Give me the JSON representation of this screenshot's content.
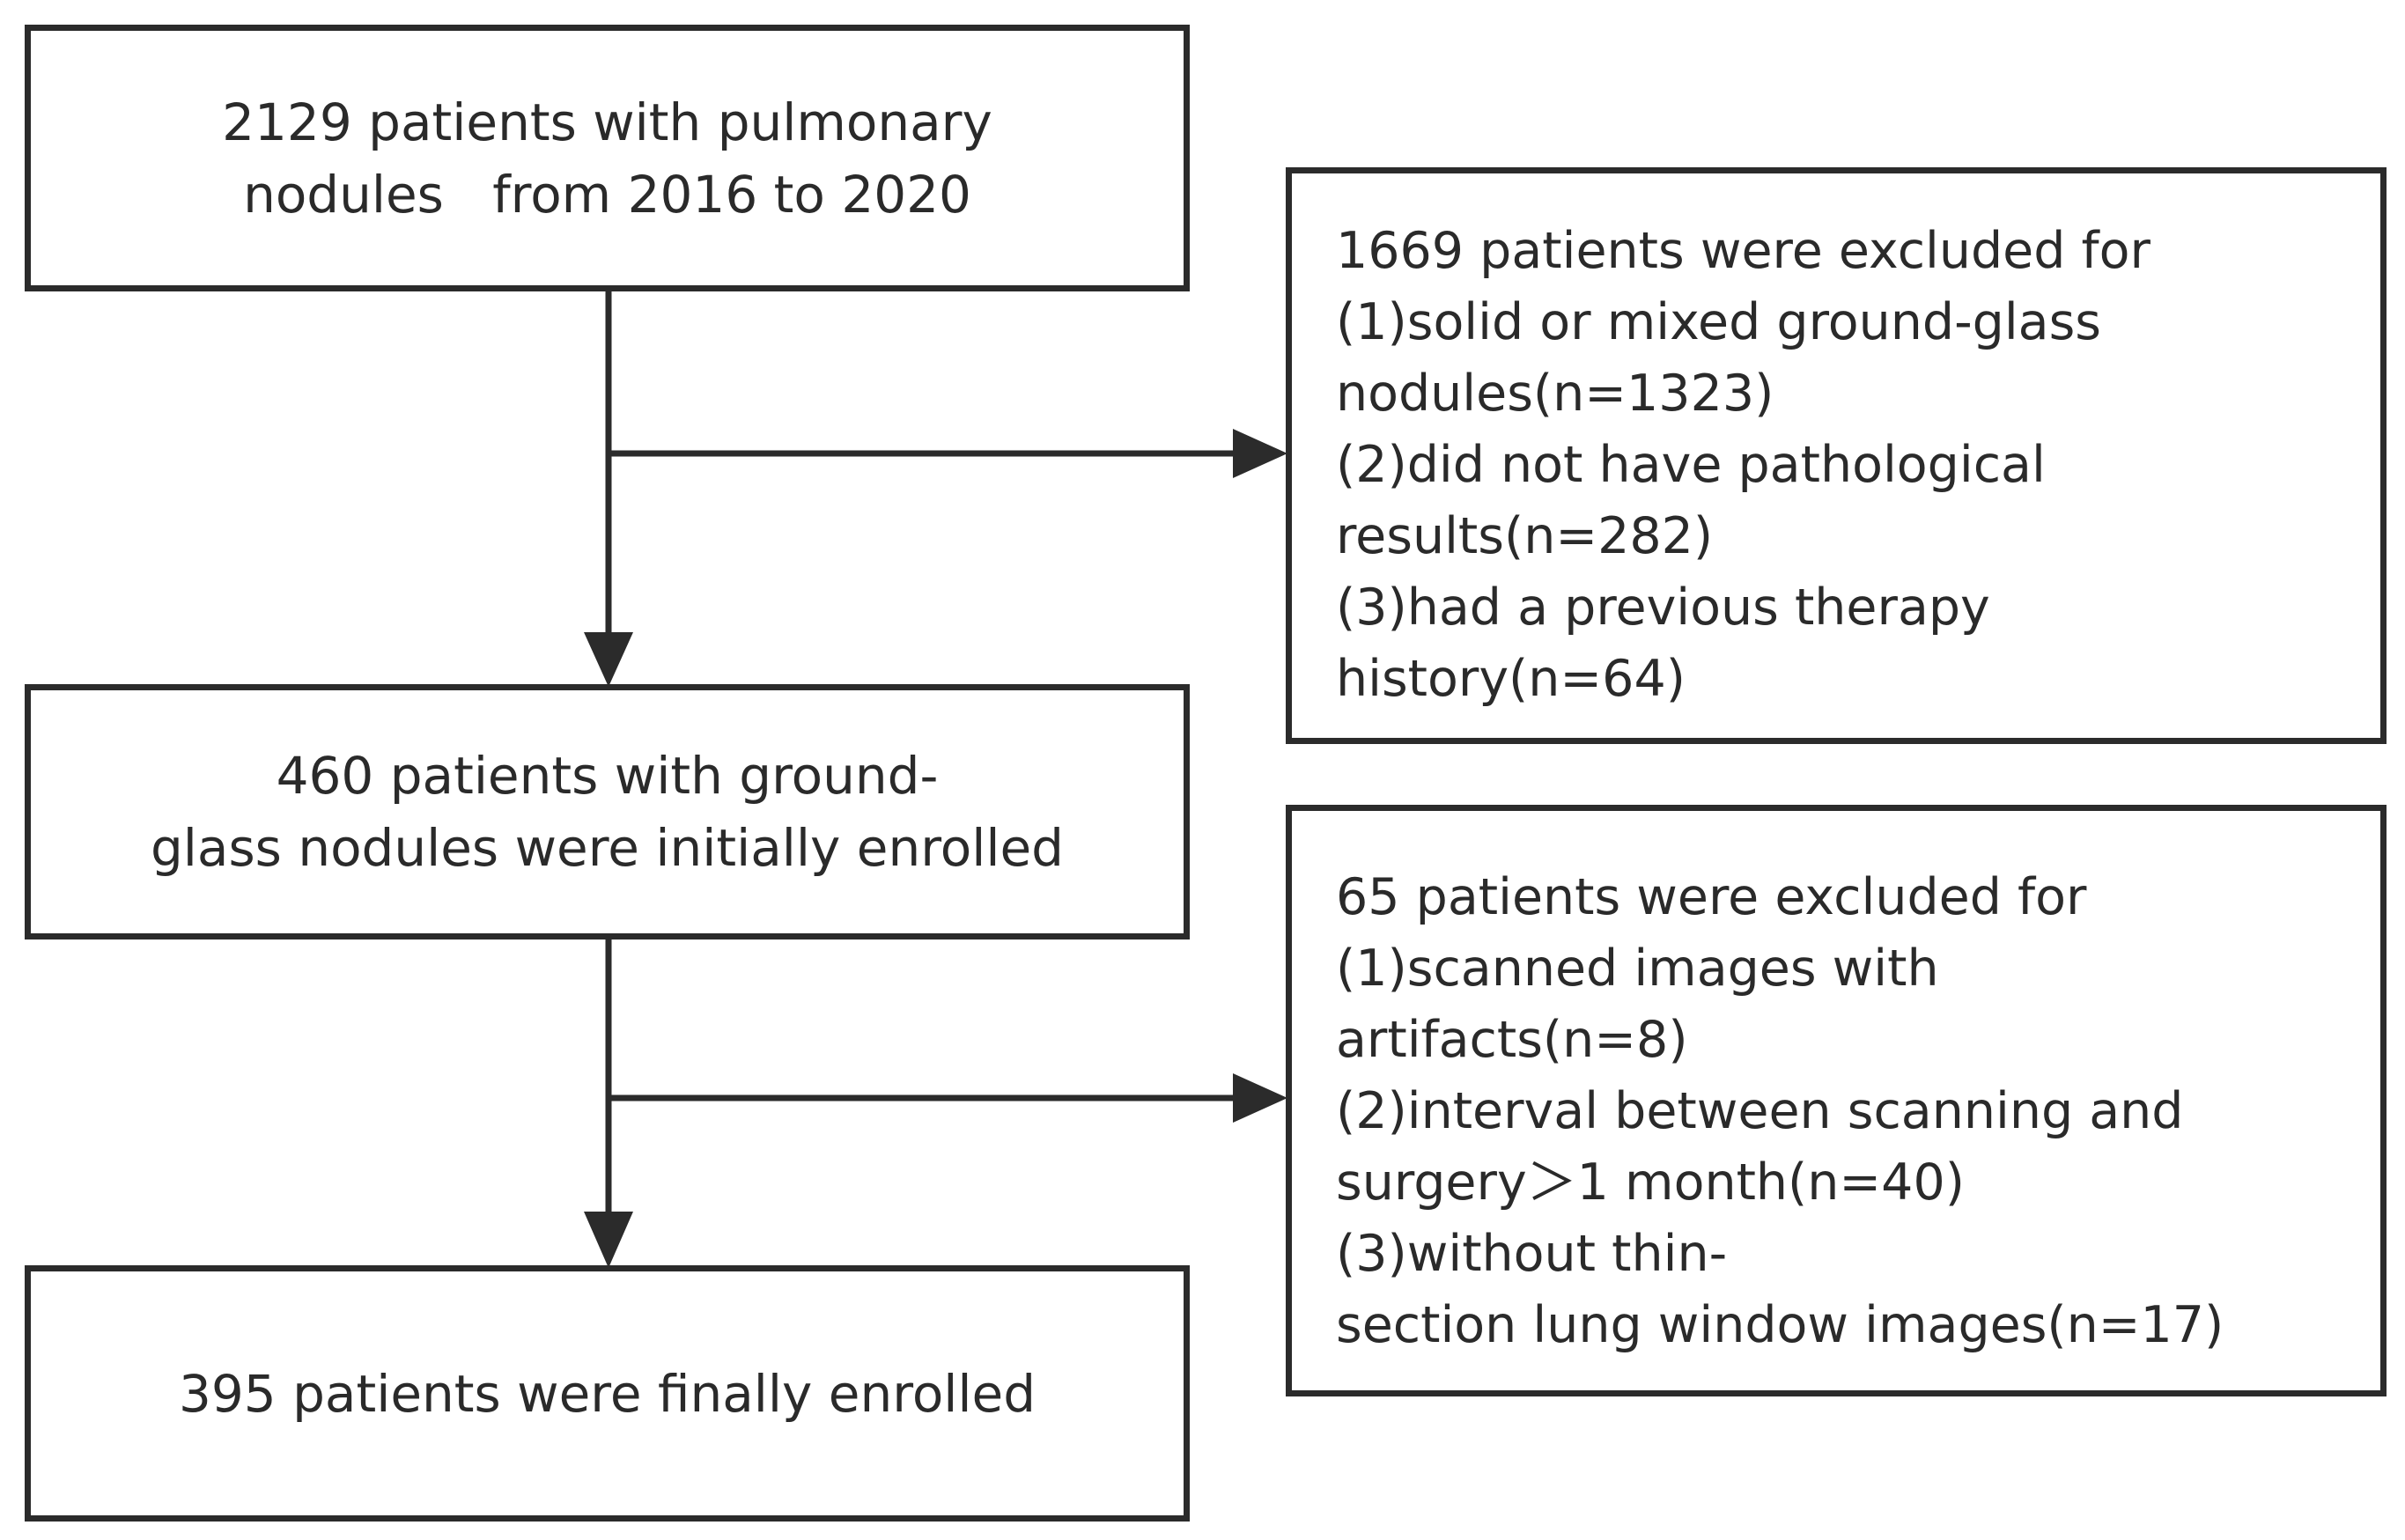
{
  "box_start": {
    "lines": [
      "2129 patients with pulmonary",
      "nodules   from 2016 to 2020"
    ]
  },
  "box_exclusion_1": {
    "lines": [
      "1669 patients were excluded for",
      "(1)solid or mixed ground-glass",
      "nodules(n=1323)",
      "(2)did not have pathological",
      "results(n=282)",
      "(3)had a previous therapy",
      "history(n=64)"
    ]
  },
  "box_initial": {
    "lines": [
      "460 patients with ground-",
      "glass nodules were initially enrolled"
    ]
  },
  "box_exclusion_2": {
    "lines": [
      "65 patients were excluded for",
      "(1)scanned images with",
      "artifacts(n=8)",
      "(2)interval between scanning and",
      "surgery＞1 month(n=40)",
      "(3)without thin-",
      "section lung window images(n=17)"
    ]
  },
  "box_final": {
    "lines": [
      "395 patients were finally enrolled"
    ]
  }
}
